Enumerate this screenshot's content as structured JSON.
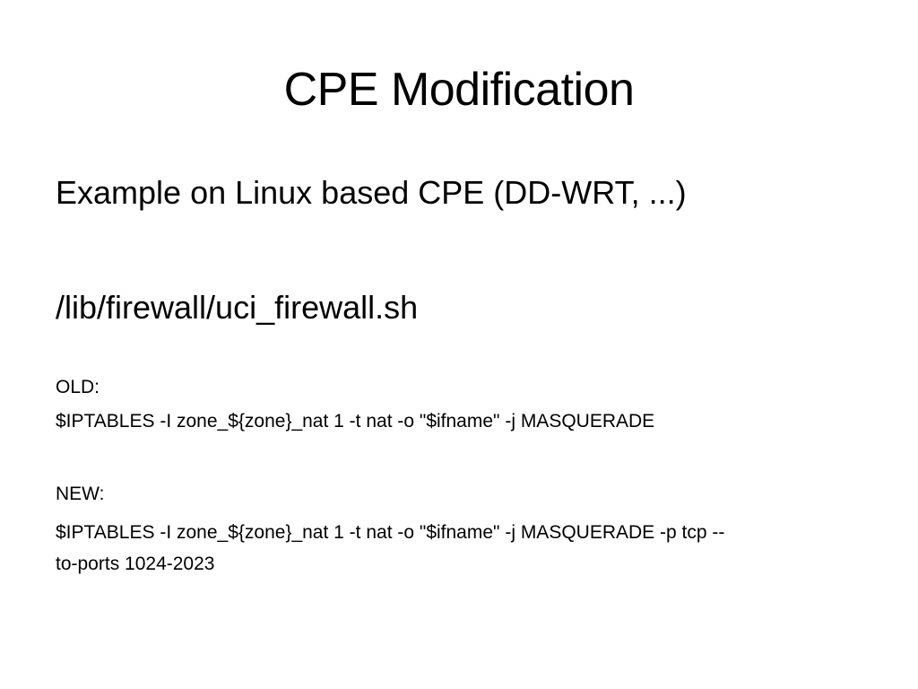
{
  "slide": {
    "title": "CPE Modification",
    "subtitle": "Example on Linux based CPE (DD-WRT, ...)",
    "file_path": "/lib/firewall/uci_firewall.sh",
    "old_label": "OLD:",
    "old_command": "$IPTABLES -I zone_${zone}_nat 1 -t nat -o \"$ifname\" -j MASQUERADE",
    "new_label": "NEW:",
    "new_command_line1": "$IPTABLES -I zone_${zone}_nat 1 -t nat -o \"$ifname\" -j MASQUERADE -p tcp --",
    "new_command_line2": "to-ports 1024-2023"
  }
}
